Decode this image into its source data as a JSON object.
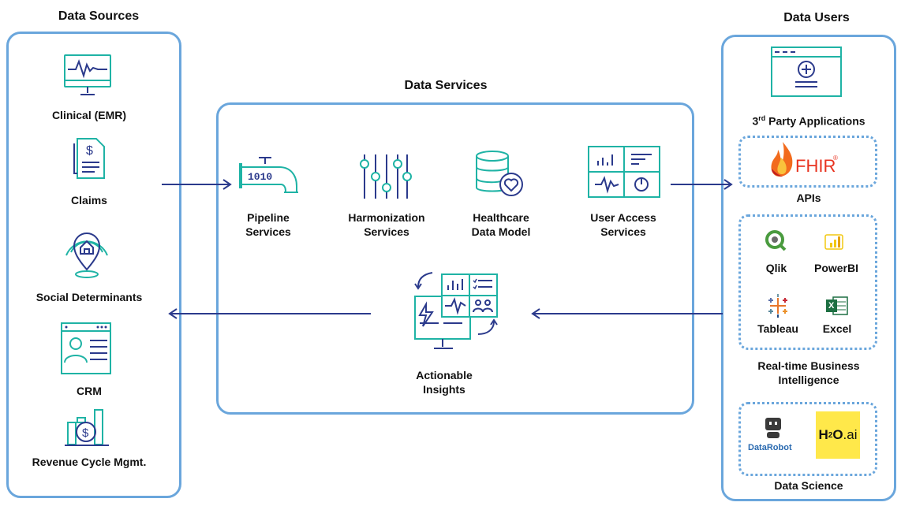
{
  "headings": {
    "sources": "Data Sources",
    "services": "Data Services",
    "users": "Data Users"
  },
  "sources": [
    {
      "label": "Clinical (EMR)",
      "icon": "monitor-pulse-icon"
    },
    {
      "label": "Claims",
      "icon": "dollar-document-icon"
    },
    {
      "label": "Social Determinants",
      "icon": "home-location-pin-icon"
    },
    {
      "label": "CRM",
      "icon": "profile-card-icon"
    },
    {
      "label": "Revenue Cycle Mgmt.",
      "icon": "dollar-bar-chart-icon"
    }
  ],
  "services": [
    {
      "label_line1": "Pipeline",
      "label_line2": "Services",
      "icon": "faucet-binary-icon",
      "binary_text": "1010"
    },
    {
      "label_line1": "Harmonization",
      "label_line2": "Services",
      "icon": "sliders-icon"
    },
    {
      "label_line1": "Healthcare",
      "label_line2": "Data Model",
      "icon": "database-heart-icon"
    },
    {
      "label_line1": "User Access",
      "label_line2": "Services",
      "icon": "dashboard-grid-icon"
    }
  ],
  "insights": {
    "label_line1": "Actionable",
    "label_line2": "Insights",
    "icon": "monitor-dashboard-icon"
  },
  "users": {
    "third_party": {
      "label_base": "3",
      "label_sup": "rd",
      "label_rest": " Party Applications",
      "icon": "browser-plus-icon"
    },
    "apis": {
      "label": "APIs",
      "logo_text": "FHIR",
      "logo_mark": "®",
      "icon": "fhir-flame-logo"
    },
    "bi": {
      "label_line1": "Real-time Business",
      "label_line2": "Intelligence",
      "tools": [
        {
          "label": "Qlik",
          "icon": "qlik-logo"
        },
        {
          "label": "PowerBI",
          "icon": "powerbi-logo"
        },
        {
          "label": "Tableau",
          "icon": "tableau-logo"
        },
        {
          "label": "Excel",
          "icon": "excel-logo",
          "logo_letter": "X"
        }
      ]
    },
    "data_science": {
      "label": "Data Science",
      "datarobot_text": "DataRobot",
      "h2o_text": "H2O.ai",
      "h2o_parts": {
        "h": "H",
        "two": "2",
        "o": "O",
        "ai": ".ai"
      }
    }
  },
  "colors": {
    "panel_border": "#6aa6dc",
    "icon_teal": "#1fb3a5",
    "icon_navy": "#2b3a8c",
    "arrow": "#2b3a8c",
    "fhir_red": "#e8321f",
    "h2o_yellow": "#ffe84a"
  }
}
